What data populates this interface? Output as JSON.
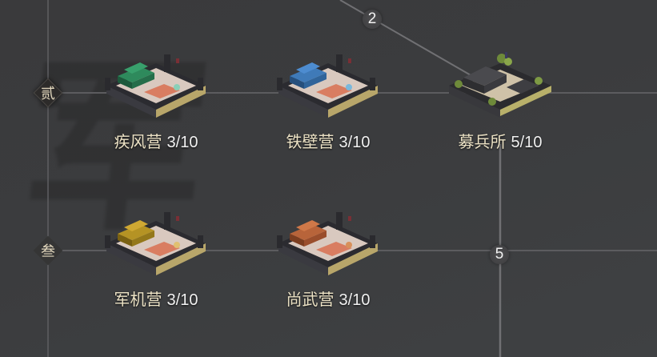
{
  "watermark": {
    "glyph": "军"
  },
  "tiers": [
    {
      "glyph": "贰",
      "label": "tier-2"
    },
    {
      "glyph": "叁",
      "label": "tier-3"
    }
  ],
  "connector_badges": [
    {
      "value": "2"
    },
    {
      "value": "5"
    }
  ],
  "buildings": [
    {
      "name": "疾风营",
      "count": "3/10",
      "roof_color": "#2e8a5c",
      "roof_color_dark": "#1d5a3c"
    },
    {
      "name": "铁壁营",
      "count": "3/10",
      "roof_color": "#3f7ab8",
      "roof_color_dark": "#264f7c"
    },
    {
      "name": "募兵所",
      "count": "5/10",
      "roof_color": "#4a4a4e",
      "roof_color_dark": "#2e2e31"
    },
    {
      "name": "军机营",
      "count": "3/10",
      "roof_color": "#b59324",
      "roof_color_dark": "#7a6112"
    },
    {
      "name": "尚武营",
      "count": "3/10",
      "roof_color": "#b8643a",
      "roof_color_dark": "#7d3e20"
    }
  ],
  "colors": {
    "line": "#6b6b6e",
    "label_text": "#ece2c5",
    "count_text": "#f1f1f1"
  }
}
